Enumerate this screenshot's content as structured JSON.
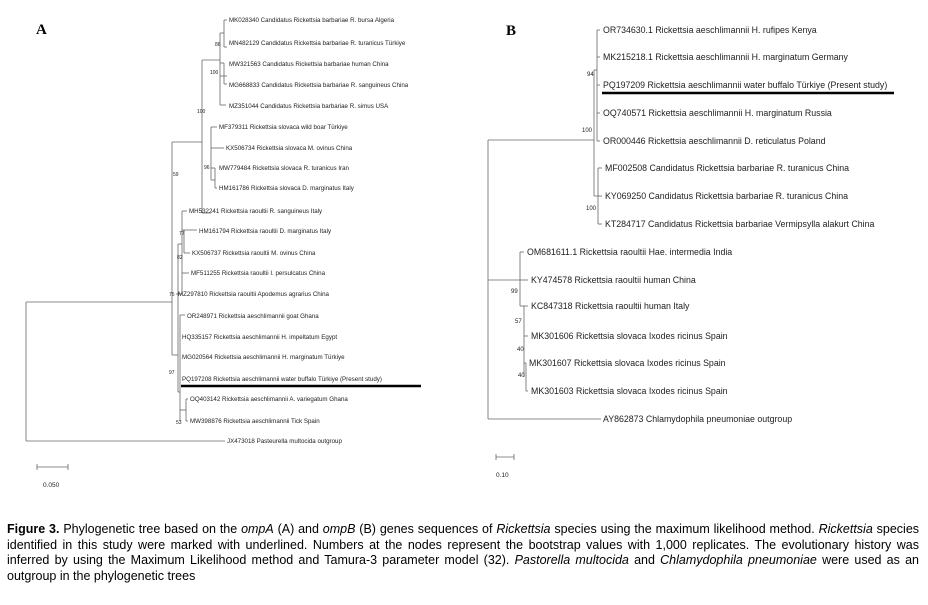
{
  "panelA": {
    "label": "A",
    "leaves": [
      "MK028340 Candidatus Rickettsia barbariae R. bursa Algeria",
      "MN482129 Candidatus Rickettsia barbariae R. turanicus Türkiye",
      "MW321563 Candidatus Rickettsia barbariae human China",
      "MG668833 Candidatus Rickettsia barbariae R. sanguineus China",
      "MZ351044 Candidatus Rickettsia barbariae R. simus USA",
      "MF379311 Rickettsia slovaca wild boar Türkiye",
      "KX506734 Rickettsia slovaca M. ovinus China",
      "MW779484 Rickettsia slovaca R. turanicus Iran",
      "HM161786 Rickettsia slovaca D. marginatus Italy",
      "MH532241 Rickettsia raoultii R. sanguineus Italy",
      "HM161794 Rickettsia raoultii D. marginatus Italy",
      "KX506737 Rickettsia raoultii M. ovinus China",
      "MF511255 Rickettsia raoultii I. persulcatus China",
      "MZ297810 Rickettsia raoultii Apodemus agrarius China",
      "OR248971 Rickettsia aeschlimannii goat Ghana",
      "HQ335157 Rickettsia aeschlimannii H. impeltatum Egypt",
      "MG020564 Rickettsia aeschlimannii H. marginatum Türkiye",
      "PQ197208 Rickettsia aeschlimannii water buffalo Türkiye (Present study)",
      "OQ403142 Rickettsia aeschlimannii A. variegatum Ghana",
      "MW398876 Rickettsia aeschlimannii Tick Spain",
      "JX473018 Pasteurella multocida outgroup"
    ],
    "bootstrap": [
      "86",
      "100",
      "100",
      "96",
      "59",
      "77",
      "82",
      "75",
      "97",
      "53"
    ],
    "scale_label": "0.050"
  },
  "panelB": {
    "label": "B",
    "leaves": [
      "OR734630.1 Rickettsia aeschlimannii H. rufipes Kenya",
      "MK215218.1 Rickettsia aeschlimannii H. marginatum Germany",
      "PQ197209 Rickettsia aeschlimannii water buffalo Türkiye (Present study)",
      "OQ740571 Rickettsia aeschlimannii H. marginatum Russia",
      "OR000446 Rickettsia aeschlimannii D. reticulatus Poland",
      "MF002508 Candidatus Rickettsia barbariae R. turanicus China",
      "KY069250 Candidatus Rickettsia barbariae R. turanicus China",
      "KT284717 Candidatus Rickettsia barbariae Vermipsylla alakurt China",
      "OM681611.1 Rickettsia raoultii Hae. intermedia India",
      "KY474578 Rickettsia raoultii human China",
      "KC847318 Rickettsia raoultii human Italy",
      "MK301606 Rickettsia slovaca Ixodes ricinus Spain",
      "MK301607 Rickettsia slovaca Ixodes ricinus Spain",
      "MK301603 Rickettsia slovaca Ixodes ricinus Spain",
      "AY862873 Chlamydophila pneumoniae outgroup"
    ],
    "bootstrap": [
      "94",
      "100",
      "100",
      "99",
      "57",
      "40",
      "40"
    ],
    "scale_label": "0.10"
  },
  "caption": {
    "fig_label": "Figure 3.",
    "t1": " Phylogenetic tree based on the ",
    "gene1": "ompA",
    "t2": " (A) and ",
    "gene2": "ompB",
    "t3": " (B) genes sequences of ",
    "genus1": "Rickettsia",
    "t4": " species using the maximum likelihood method. ",
    "genus2": "Rickettsia",
    "t5": " species identified in this study were marked with underlined. Numbers at the nodes represent the bootstrap values with 1,000 replicates. The evolutionary history was inferred by using the Maximum Likelihood method and Tamura-3 parameter model (32). ",
    "out1": "Pastorella multocida",
    "t6": " and ",
    "out2": "Chlamydophila pneumoniae",
    "t7": " were used as an outgroup in the phylogenetic trees"
  }
}
